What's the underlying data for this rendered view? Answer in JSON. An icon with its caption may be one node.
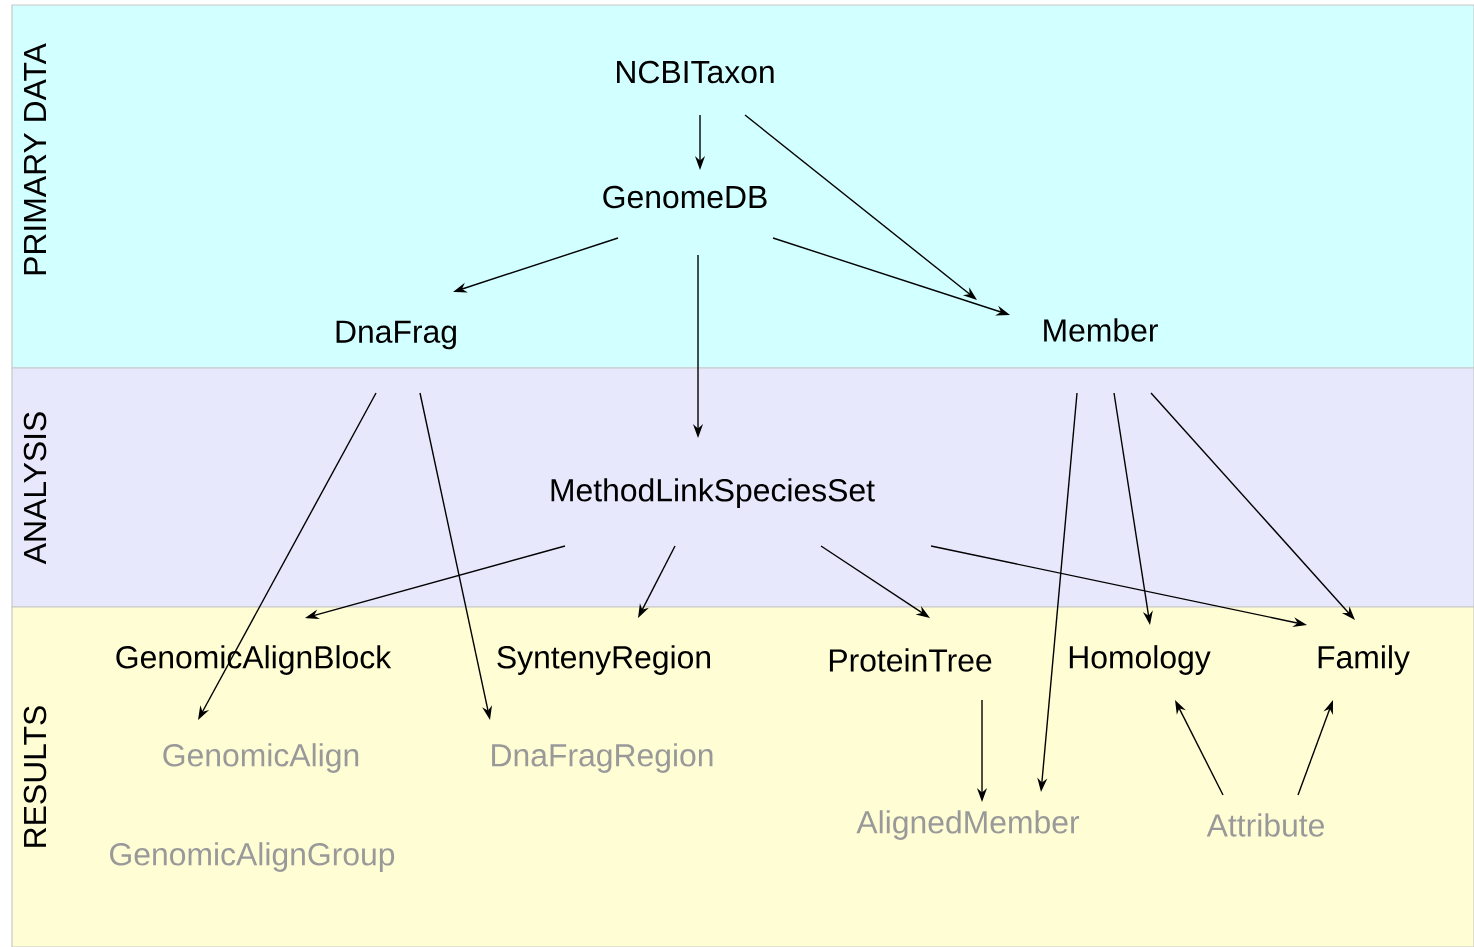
{
  "diagram": {
    "nodes": [
      {
        "text": [
          "PRIMARY DATA"
        ]
      },
      {
        "text": [
          "ANALYSIS"
        ]
      },
      {
        "text": [
          "RESULTS"
        ]
      },
      {
        "text": [
          "NCBITaxon"
        ],
        "in": 0
      },
      {
        "text": [
          "GenomeDB"
        ],
        "in": 0
      },
      {
        "text": [
          "DnaFrag"
        ],
        "in": 0
      },
      {
        "text": [
          "Member"
        ],
        "in": 0
      },
      {
        "text": [
          "MethodLinkSpeciesSet"
        ],
        "in": 1
      },
      {
        "text": [
          "GenomicAlignBlock"
        ],
        "in": 2
      },
      {
        "text": [
          "SyntenyRegion"
        ],
        "in": 2
      },
      {
        "text": [
          "ProteinTree"
        ],
        "in": 2
      },
      {
        "text": [
          "Homology"
        ],
        "in": 2
      },
      {
        "text": [
          "Family"
        ],
        "in": 2
      },
      {
        "text": [
          "GenomicAlign"
        ],
        "in": 2
      },
      {
        "text": [
          "DnaFragRegion"
        ],
        "in": 2
      },
      {
        "text": [
          "GenomicAlignGroup"
        ],
        "in": 2
      },
      {
        "text": [
          "AlignedMember"
        ],
        "in": 2
      },
      {
        "text": [
          "Attribute"
        ],
        "in": 2
      }
    ],
    "edges": [
      {
        "from": 3,
        "to": 4,
        "arrow": "to"
      },
      {
        "from": 3,
        "to": 6,
        "arrow": "to"
      },
      {
        "from": 4,
        "to": 5,
        "arrow": "to"
      },
      {
        "from": 4,
        "to": 6,
        "arrow": "to"
      },
      {
        "from": 4,
        "to": 7,
        "arrow": "to"
      },
      {
        "from": 5,
        "to": 13,
        "arrow": "to"
      },
      {
        "from": 5,
        "to": 14,
        "arrow": "to"
      },
      {
        "from": 7,
        "to": 8,
        "arrow": "to"
      },
      {
        "from": 7,
        "to": 9,
        "arrow": "to"
      },
      {
        "from": 7,
        "to": 10,
        "arrow": "to"
      },
      {
        "from": 7,
        "to": 12,
        "arrow": "to"
      },
      {
        "from": 6,
        "to": 16,
        "arrow": "to"
      },
      {
        "from": 6,
        "to": 11,
        "arrow": "to"
      },
      {
        "from": 6,
        "to": 12,
        "arrow": "to"
      },
      {
        "from": 10,
        "to": 16,
        "arrow": "to"
      },
      {
        "from": 17,
        "to": 11,
        "arrow": "to"
      },
      {
        "from": 17,
        "to": 12,
        "arrow": "to"
      }
    ]
  }
}
